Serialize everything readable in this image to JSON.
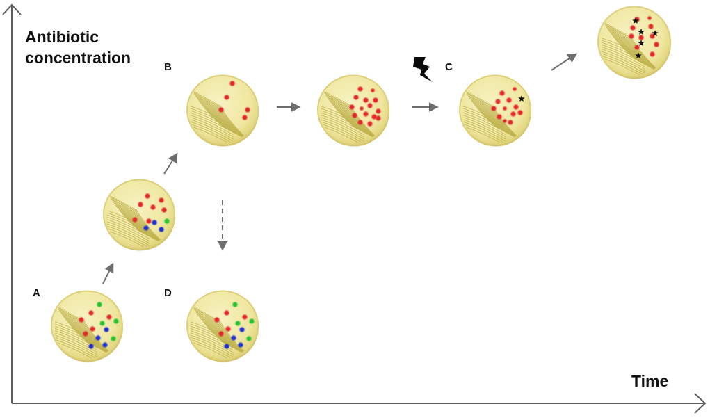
{
  "axes": {
    "y_label_line1": "Antibiotic",
    "y_label_line2": "concentration",
    "x_label": "Time"
  },
  "panel_labels": {
    "a": "A",
    "b": "B",
    "c": "C",
    "d": "D"
  },
  "colors": {
    "agar": "#f1eba4",
    "rim": "#ddd07a",
    "streak": "#b9ab44",
    "resistant": "#e2262c",
    "intermediate": "#25c32e",
    "susceptible": "#1c2ed2",
    "mutant_marker": "#111111",
    "arrow": "#6d6d6d",
    "axis": "#5e5e5e"
  },
  "icons": [
    "lightning-icon",
    "star-icon"
  ]
}
